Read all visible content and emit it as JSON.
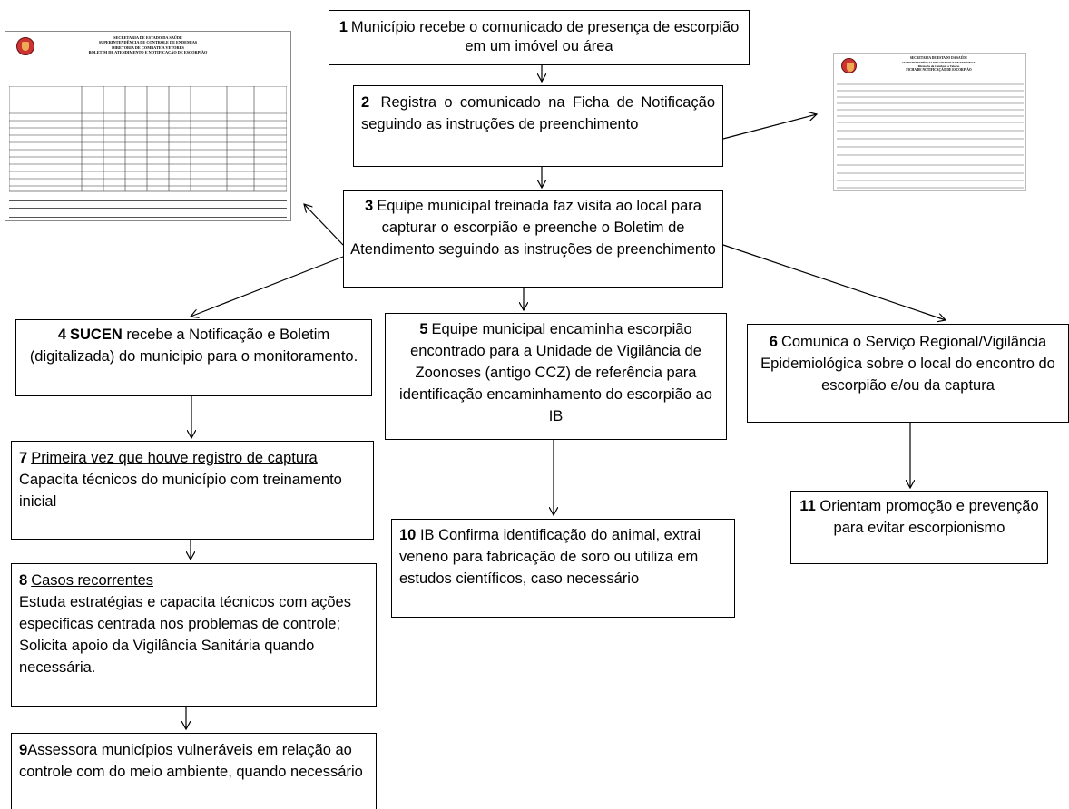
{
  "boxes": {
    "b1": {
      "num": "1",
      "text": "Município  recebe o comunicado de presença de escorpião em um imóvel ou área"
    },
    "b2": {
      "num": "2",
      "text": " Registra o comunicado na Ficha  de Notificação seguindo as instruções  de preenchimento"
    },
    "b3": {
      "num": "3",
      "text": "Equipe municipal treinada faz visita ao local para capturar o escorpião e preenche o Boletim de Atendimento seguindo as instruções de preenchimento"
    },
    "b4": {
      "num": "4",
      "strong": "SUCEN",
      "text": " recebe  a Notificação e Boletim (digitalizada) do municipio para o monitoramento."
    },
    "b5": {
      "num": "5",
      "text": "Equipe municipal  encaminha escorpião encontrado  para a  Unidade de Vigilância de Zoonoses (antigo CCZ) de referência para identificação encaminhamento  do escorpião ao IB"
    },
    "b6": {
      "num": "6",
      "text": "Comunica o Serviço Regional/Vigilância Epidemiológica sobre o local do encontro do escorpião e/ou da captura"
    },
    "b7": {
      "num": "7",
      "title": "Primeira vez que houve  registro de captura",
      "text": "Capacita técnicos do município  com treinamento inicial"
    },
    "b8": {
      "num": "8",
      "title": "Casos recorrentes",
      "text": "Estuda estratégias e capacita técnicos com ações especificas centrada nos problemas de controle;\nSolicita apoio da Vigilância  Sanitária quando necessária."
    },
    "b9": {
      "num": "9",
      "text": "Assessora municípios vulneráveis  em relação ao controle com do meio ambiente, quando necessário"
    },
    "b10": {
      "num": "10",
      "text": " IB  Confirma identificação do  animal, extrai veneno para fabricação de soro ou utiliza em estudos científicos, caso necessário"
    },
    "b11": {
      "num": "11",
      "text": " Orientam  promoção e prevenção para evitar escorpionismo"
    }
  },
  "form_boletim": {
    "header": [
      "SECRETARIA DE ESTADO DA SAÚDE",
      "SUPERINTENDÊNCIA DE CONTROLE DE ENDEMIAS",
      "DIRETORIA DE COMBATE A VETORES",
      "BOLETIM DE ATENDIMENTO E NOTIFICAÇÃO DE ESCORPIÃO"
    ]
  },
  "form_ficha": {
    "header": [
      "SECRETARIA DE ESTADO DA SAÚDE",
      "SUPERINTENDÊNCIA DE CONTROLE DE ENDEMIAS",
      "Diretoria de Combate a Vetores",
      "FICHA DE NOTIFICAÇÃO DE ESCORPIÃO"
    ]
  }
}
